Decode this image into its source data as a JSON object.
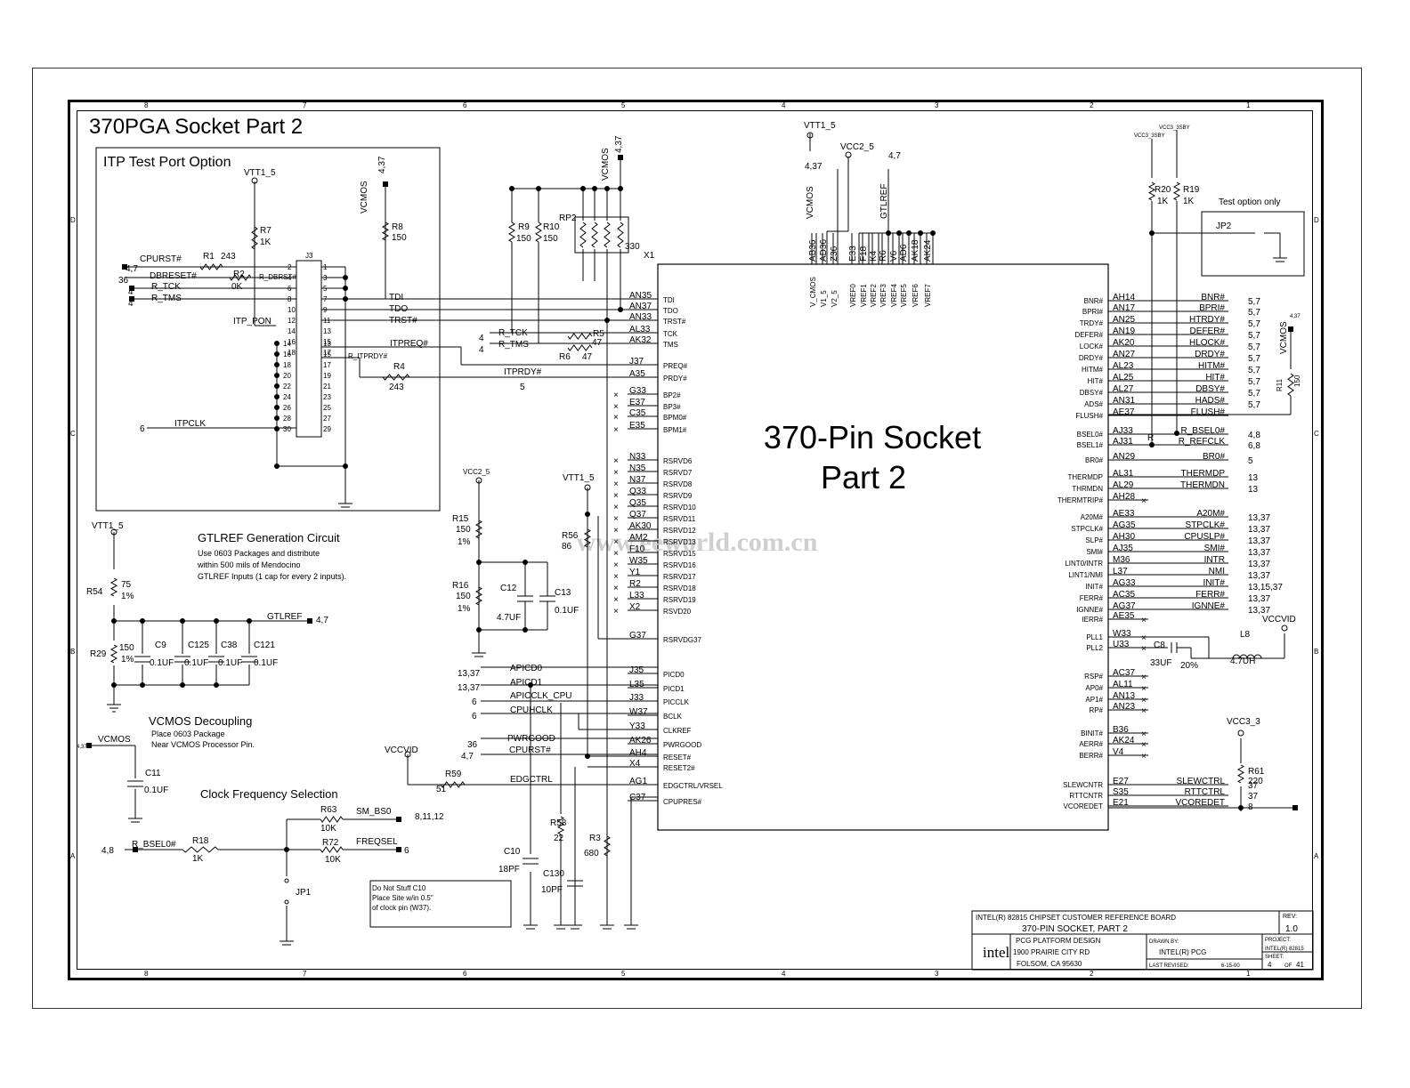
{
  "title": "370PGA Socket Part 2",
  "itp_title": "ITP Test Port Option",
  "socket_label_line1": "370-Pin Socket",
  "socket_label_line2": "Part 2",
  "watermark": "www.eeworld.com.cn",
  "grid_numbers_top": [
    "8",
    "7",
    "6",
    "5",
    "4",
    "3",
    "2",
    "1"
  ],
  "grid_numbers_bottom": [
    "8",
    "7",
    "6",
    "5",
    "4",
    "3",
    "2",
    "1"
  ],
  "grid_letters": [
    "D",
    "C",
    "B",
    "A"
  ],
  "gtlref_title": "GTLREF Generation Circuit",
  "gtlref_notes": [
    "Use 0603 Packages and distribute",
    "within 500 mils of Mendocino",
    "GTLREF Inputs (1 cap for every 2 inputs)."
  ],
  "vcmos_title": "VCMOS Decoupling",
  "vcmos_notes": [
    "Place 0603 Package",
    "Near VCMOS Processor Pin."
  ],
  "clock_title": "Clock Frequency Selection",
  "c10_note": [
    "Do Not Stuff C10",
    "Place Site w/in 0.5\"",
    "of clock pin (W37)."
  ],
  "test_option": "Test option only",
  "left_pins": [
    {
      "ball": "AN35",
      "name": "TDI"
    },
    {
      "ball": "AN37",
      "name": "TDO"
    },
    {
      "ball": "AN33",
      "name": "TRST#"
    },
    {
      "ball": "AL33",
      "name": "TCK"
    },
    {
      "ball": "AK32",
      "name": "TMS"
    },
    {
      "ball": "J37",
      "name": "PREQ#"
    },
    {
      "ball": "A35",
      "name": "PRDY#"
    },
    {
      "ball": "G33",
      "name": "BP2#"
    },
    {
      "ball": "E37",
      "name": "BP3#"
    },
    {
      "ball": "C35",
      "name": "BPM0#"
    },
    {
      "ball": "E35",
      "name": "BPM1#"
    },
    {
      "ball": "N33",
      "name": "RSRVD6"
    },
    {
      "ball": "N35",
      "name": "RSRVD7"
    },
    {
      "ball": "N37",
      "name": "RSRVD8"
    },
    {
      "ball": "Q33",
      "name": "RSRVD9"
    },
    {
      "ball": "Q35",
      "name": "RSRVD10"
    },
    {
      "ball": "Q37",
      "name": "RSRVD11"
    },
    {
      "ball": "AK30",
      "name": "RSRVD12"
    },
    {
      "ball": "AM2",
      "name": "RSRVD13"
    },
    {
      "ball": "F10",
      "name": "RSRVD15"
    },
    {
      "ball": "W35",
      "name": "RSRVD16"
    },
    {
      "ball": "Y1",
      "name": "RSRVD17"
    },
    {
      "ball": "R2",
      "name": "RSRVD18"
    },
    {
      "ball": "L33",
      "name": "RSRVD19"
    },
    {
      "ball": "X2",
      "name": "RSVD20"
    },
    {
      "ball": "G37",
      "name": "RSRVDG37"
    },
    {
      "ball": "J35",
      "name": "PICD0"
    },
    {
      "ball": "L35",
      "name": "PICD1"
    },
    {
      "ball": "J33",
      "name": "PICCLK"
    },
    {
      "ball": "W37",
      "name": "BCLK"
    },
    {
      "ball": "Y33",
      "name": "CLKREF"
    },
    {
      "ball": "AK26",
      "name": "PWRGOOD"
    },
    {
      "ball": "AH4",
      "name": "RESET#"
    },
    {
      "ball": "X4",
      "name": "RESET2#"
    },
    {
      "ball": "AG1",
      "name": "EDGCTRL/VRSEL"
    },
    {
      "ball": "C37",
      "name": "CPUPRES#"
    }
  ],
  "top_pins": [
    {
      "ball": "AB36",
      "name": "V_CMOS"
    },
    {
      "ball": "AD36",
      "name": "V1_5"
    },
    {
      "ball": "Z36",
      "name": "V2_5"
    },
    {
      "ball": "E33",
      "name": "VREF0"
    },
    {
      "ball": "F18",
      "name": "VREF1"
    },
    {
      "ball": "K4",
      "name": "VREF2"
    },
    {
      "ball": "R6",
      "name": "VREF3"
    },
    {
      "ball": "V6",
      "name": "VREF4"
    },
    {
      "ball": "AD6",
      "name": "VREF5"
    },
    {
      "ball": "AK18",
      "name": "VREF6"
    },
    {
      "ball": "AK24",
      "name": "VREF7"
    }
  ],
  "right_pins": [
    {
      "name": "BNR#",
      "ball": "AH14",
      "net": "BNR#",
      "ref": "5,7"
    },
    {
      "name": "BPRI#",
      "ball": "AN17",
      "net": "BPRI#",
      "ref": "5,7"
    },
    {
      "name": "TRDY#",
      "ball": "AN25",
      "net": "HTRDY#",
      "ref": "5,7"
    },
    {
      "name": "DEFER#",
      "ball": "AN19",
      "net": "DEFER#",
      "ref": "5,7"
    },
    {
      "name": "LOCK#",
      "ball": "AK20",
      "net": "HLOCK#",
      "ref": "5,7"
    },
    {
      "name": "DRDY#",
      "ball": "AN27",
      "net": "DRDY#",
      "ref": "5,7"
    },
    {
      "name": "HITM#",
      "ball": "AL23",
      "net": "HITM#",
      "ref": "5,7"
    },
    {
      "name": "HIT#",
      "ball": "AL25",
      "net": "HIT#",
      "ref": "5,7"
    },
    {
      "name": "DBSY#",
      "ball": "AL27",
      "net": "DBSY#",
      "ref": "5,7"
    },
    {
      "name": "ADS#",
      "ball": "AN31",
      "net": "HADS#",
      "ref": "5,7"
    },
    {
      "name": "FLUSH#",
      "ball": "AE37",
      "net": "FLUSH#",
      "ref": ""
    },
    {
      "name": "BSEL0#",
      "ball": "AJ33",
      "net": "R_BSEL0#",
      "ref": "4,8"
    },
    {
      "name": "BSEL1#",
      "ball": "AJ31",
      "net": "R_REFCLK",
      "ref": "6,8"
    },
    {
      "name": "BR0#",
      "ball": "AN29",
      "net": "BR0#",
      "ref": "5"
    },
    {
      "name": "THERMDP",
      "ball": "AL31",
      "net": "THERMDP",
      "ref": "13"
    },
    {
      "name": "THRMDN",
      "ball": "AL29",
      "net": "THERMDN",
      "ref": "13"
    },
    {
      "name": "THERMTRIP#",
      "ball": "AH28",
      "net": "",
      "ref": ""
    },
    {
      "name": "A20M#",
      "ball": "AE33",
      "net": "A20M#",
      "ref": "13,37"
    },
    {
      "name": "STPCLK#",
      "ball": "AG35",
      "net": "STPCLK#",
      "ref": "13,37"
    },
    {
      "name": "SLP#",
      "ball": "AH30",
      "net": "CPUSLP#",
      "ref": "13,37"
    },
    {
      "name": "SMI#",
      "ball": "AJ35",
      "net": "SMI#",
      "ref": "13,37"
    },
    {
      "name": "LINT0/INTR",
      "ball": "M36",
      "net": "INTR",
      "ref": "13,37"
    },
    {
      "name": "LINT1/NMI",
      "ball": "L37",
      "net": "NMI",
      "ref": "13,37"
    },
    {
      "name": "INIT#",
      "ball": "AG33",
      "net": "INIT#",
      "ref": "13,15,37"
    },
    {
      "name": "FERR#",
      "ball": "AC35",
      "net": "FERR#",
      "ref": "13,37"
    },
    {
      "name": "IGNNE#",
      "ball": "AG37",
      "net": "IGNNE#",
      "ref": "13,37"
    },
    {
      "name": "IERR#",
      "ball": "AE35",
      "net": "",
      "ref": ""
    },
    {
      "name": "PLL1",
      "ball": "W33",
      "net": "",
      "ref": ""
    },
    {
      "name": "PLL2",
      "ball": "U33",
      "net": "",
      "ref": ""
    },
    {
      "name": "RSP#",
      "ball": "AC37",
      "net": "",
      "ref": ""
    },
    {
      "name": "AP0#",
      "ball": "AL11",
      "net": "",
      "ref": ""
    },
    {
      "name": "AP1#",
      "ball": "AN13",
      "net": "",
      "ref": ""
    },
    {
      "name": "RP#",
      "ball": "AN23",
      "net": "",
      "ref": ""
    },
    {
      "name": "BINIT#",
      "ball": "B36",
      "net": "",
      "ref": ""
    },
    {
      "name": "AERR#",
      "ball": "AK24",
      "net": "",
      "ref": ""
    },
    {
      "name": "BERR#",
      "ball": "V4",
      "net": "",
      "ref": ""
    },
    {
      "name": "SLEWCNTR",
      "ball": "E27",
      "net": "SLEWCTRL",
      "ref": "37"
    },
    {
      "name": "RTTCNTR",
      "ball": "S35",
      "net": "RTTCTRL",
      "ref": "37"
    },
    {
      "name": "VCOREDET",
      "ball": "E21",
      "net": "VCOREDET",
      "ref": "8"
    }
  ],
  "labels": {
    "vtt1_5": "VTT1_5",
    "vcc2_5": "VCC2_5",
    "vcmos": "VCMOS",
    "vccvid": "VCCVID",
    "vcc3_3": "VCC3_3",
    "vcc3_3sby": "VCC3_3SBY",
    "gtlref": "GTLREF",
    "ref_437": "4,37",
    "ref_47": "4,7",
    "itppon": "ITP_PON",
    "cpurst": "CPURST#",
    "dbreset": "DBRESET#",
    "rtck": "R_TCK",
    "rtms": "R_TMS",
    "tdi": "TDI",
    "tdo": "TDO",
    "trst": "TRST#",
    "itpreq": "ITPREQ#",
    "itprdy": "ITPRDY#",
    "itpclk": "ITPCLK",
    "rdbrst": "R_DBRST#",
    "rltprdy": "R_ITPRDY#",
    "apicd0": "APICD0",
    "apicd1": "APICD1",
    "apicclk": "APICCLK_CPU",
    "cpuhclk": "CPUHCLK",
    "pwrgood": "PWRGOOD",
    "cpurst2": "CPURST#",
    "edgctrl": "EDGCTRL",
    "rbsel": "R_BSEL0#",
    "smbs": "SM_BS0",
    "freqsel": "FREQSEL",
    "ref_1337": "13,37",
    "ref_6": "6",
    "ref_36": "36",
    "ref_4": "4",
    "ref_5": "5",
    "ref_48": "4,8",
    "ref_81112": "8,11,12",
    "x1": "X1",
    "j3": "J3",
    "rp2": "RP2",
    "jp1": "JP1",
    "jp2": "JP2",
    "tck_s": "TCK",
    "tms_s": "TMS"
  },
  "components": {
    "r1": [
      "R1",
      "243"
    ],
    "r2": [
      "R2",
      "0K"
    ],
    "r7": [
      "R7",
      "1K"
    ],
    "r8": [
      "R8",
      "150"
    ],
    "r4": [
      "R4",
      "243"
    ],
    "r9": [
      "R9",
      "150"
    ],
    "r10": [
      "R10",
      "150"
    ],
    "rp2v": "330",
    "r5": [
      "R5",
      "47"
    ],
    "r6": [
      "R6",
      "47"
    ],
    "r15": [
      "R15",
      "150",
      "1%"
    ],
    "r16": [
      "R16",
      "150",
      "1%"
    ],
    "c12": [
      "C12",
      "4.7UF"
    ],
    "c13": [
      "C13",
      "0.1UF"
    ],
    "r56": [
      "R56",
      "86"
    ],
    "r54": [
      "R54",
      "75",
      "1%"
    ],
    "r29": [
      "R29",
      "150",
      "1%"
    ],
    "c9": [
      "C9",
      "0.1UF"
    ],
    "c125": [
      "C125",
      "0.1UF"
    ],
    "c38": [
      "C38",
      "0.1UF"
    ],
    "c121": [
      "C121",
      "0.1UF"
    ],
    "c11": [
      "C11",
      "0.1UF"
    ],
    "r59": [
      "R59",
      "51"
    ],
    "r63": [
      "R63",
      "10K"
    ],
    "r72": [
      "R72",
      "10K"
    ],
    "r18": [
      "R18",
      "1K"
    ],
    "r58": [
      "R58",
      "22"
    ],
    "r3": [
      "R3",
      "680"
    ],
    "c10": [
      "C10",
      "18PF"
    ],
    "c130": [
      "C130",
      "10PF"
    ],
    "r20": [
      "R20",
      "1K"
    ],
    "r19": [
      "R19",
      "1K"
    ],
    "r11": [
      "R11",
      "150"
    ],
    "c8": [
      "C8",
      "33UF",
      "20%"
    ],
    "l8": [
      "L8",
      "4.7UH"
    ],
    "r61": [
      "R61",
      "220"
    ]
  },
  "title_block": {
    "company": "INTEL(R) 82815 CHIPSET CUSTOMER REFERENCE BOARD",
    "sheet_title": "370-PIN SOCKET, PART 2",
    "rev_label": "REV:",
    "rev": "1.0",
    "logo": "intel",
    "addr1": "PCG PLATFORM DESIGN",
    "addr2": "1900 PRAIRIE CITY RD",
    "addr3": "FOLSOM, CA 95630",
    "drawn_label": "DRAWN BY:",
    "drawn": "INTEL(R) PCG",
    "revised_label": "LAST REVISED:",
    "revised": "6-15-00",
    "project_label": "PROJECT:",
    "project": "INTEL(R) 82815",
    "sheet_label": "SHEET:",
    "sheet": "4",
    "of_label": "OF",
    "of": "41"
  }
}
